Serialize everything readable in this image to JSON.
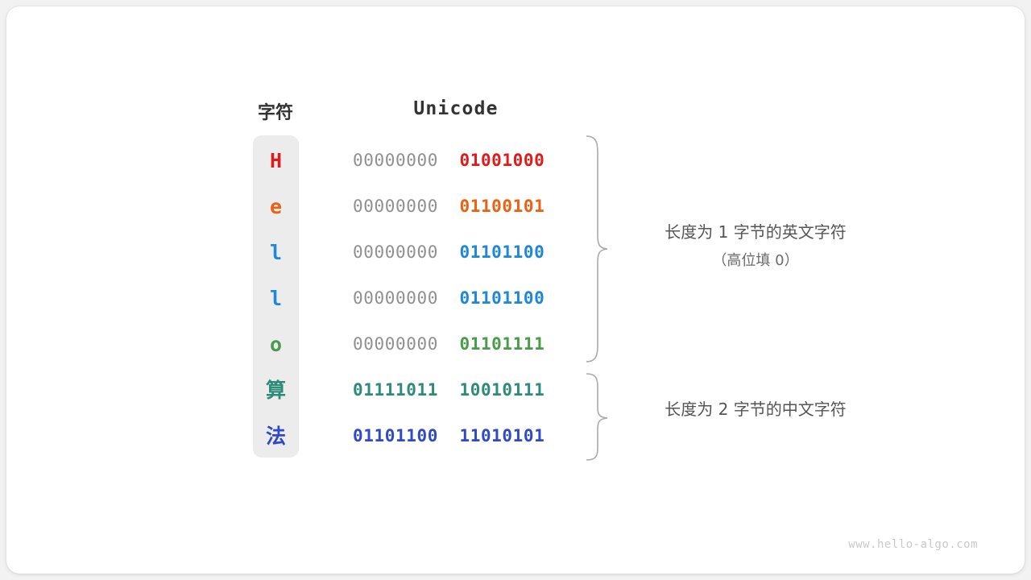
{
  "headers": {
    "character": "字符",
    "unicode": "Unicode"
  },
  "rows": [
    {
      "char": "H",
      "char_color": "#E01B1B",
      "high_byte": "00000000",
      "low_byte": "01001000",
      "low_color": "#E01B1B",
      "high_bold": false,
      "cjk": false
    },
    {
      "char": "e",
      "char_color": "#EC6012",
      "high_byte": "00000000",
      "low_byte": "01100101",
      "low_color": "#EC6012",
      "high_bold": false,
      "cjk": false
    },
    {
      "char": "l",
      "char_color": "#1E88D6",
      "high_byte": "00000000",
      "low_byte": "01101100",
      "low_color": "#1E88D6",
      "high_bold": false,
      "cjk": false
    },
    {
      "char": "l",
      "char_color": "#1E88D6",
      "high_byte": "00000000",
      "low_byte": "01101100",
      "low_color": "#1E88D6",
      "high_bold": false,
      "cjk": false
    },
    {
      "char": "o",
      "char_color": "#4A9B4A",
      "high_byte": "00000000",
      "low_byte": "01101111",
      "low_color": "#4A9B4A",
      "high_bold": false,
      "cjk": false
    },
    {
      "char": "算",
      "char_color": "#2E8B7A",
      "high_byte": "01111011",
      "low_byte": "10010111",
      "low_color": "#2E8B7A",
      "high_color": "#2E8B7A",
      "high_bold": true,
      "cjk": true
    },
    {
      "char": "法",
      "char_color": "#3049C4",
      "high_byte": "01101100",
      "low_byte": "11010101",
      "low_color": "#3049C4",
      "high_color": "#3049C4",
      "high_bold": true,
      "cjk": true
    }
  ],
  "annotations": {
    "group1_line1": "长度为 1 字节的英文字符",
    "group1_line2": "（高位填 0）",
    "group2_line1": "长度为 2 字节的中文字符"
  },
  "watermark": "www.hello-algo.com",
  "colors": {
    "page_background": "#f2f2f2",
    "card_background": "#ffffff",
    "char_column_background": "#ececec",
    "padding_gray": "#909090",
    "annotation_gray": "#555555",
    "brace_gray": "#aaaaaa",
    "watermark_gray": "#c9c9c9"
  }
}
